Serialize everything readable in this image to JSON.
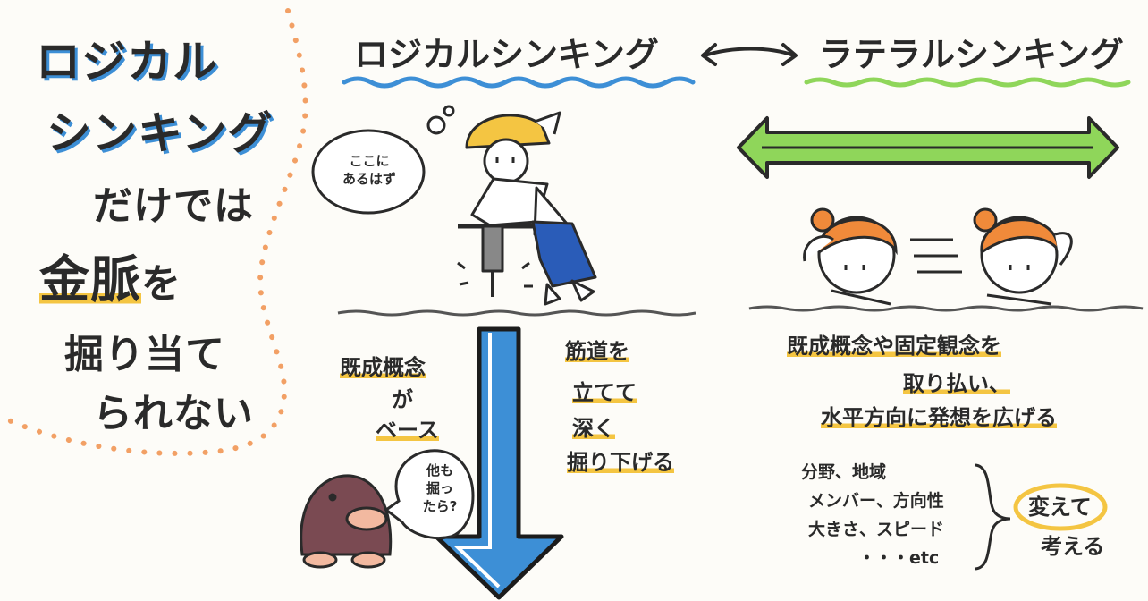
{
  "left_title": {
    "line1": "ロジカル",
    "line2": "シンキング",
    "line3": "だけでは",
    "line4_a": "金脈",
    "line4_b": "を",
    "line5": "掘り当て",
    "line6": "られない"
  },
  "headers": {
    "logical": "ロジカルシンキング",
    "lateral": "ラテラルシンキング"
  },
  "thought_bubble": [
    "ここに",
    "あるはず"
  ],
  "logical_left": [
    "既成概念",
    "が",
    "ベース"
  ],
  "logical_right": [
    "筋道を",
    "立てて",
    "深く",
    "掘り下げる"
  ],
  "mole_bubble": [
    "他も",
    "掘っ",
    "たら?"
  ],
  "lateral_main": [
    "既成概念や固定観念を",
    "取り払い、",
    "水平方向に発想を広げる"
  ],
  "lateral_list": [
    "分野、地域",
    "メンバー、方向性",
    "大きさ、スピード",
    "・・・etc"
  ],
  "lateral_result": [
    "変えて",
    "考える"
  ],
  "colors": {
    "blue": "#3d8fd6",
    "green": "#8fd65a",
    "yellow": "#f4c542",
    "orange": "#f08a3a",
    "dark": "#2a2a2a",
    "dots": "#f2a065"
  }
}
